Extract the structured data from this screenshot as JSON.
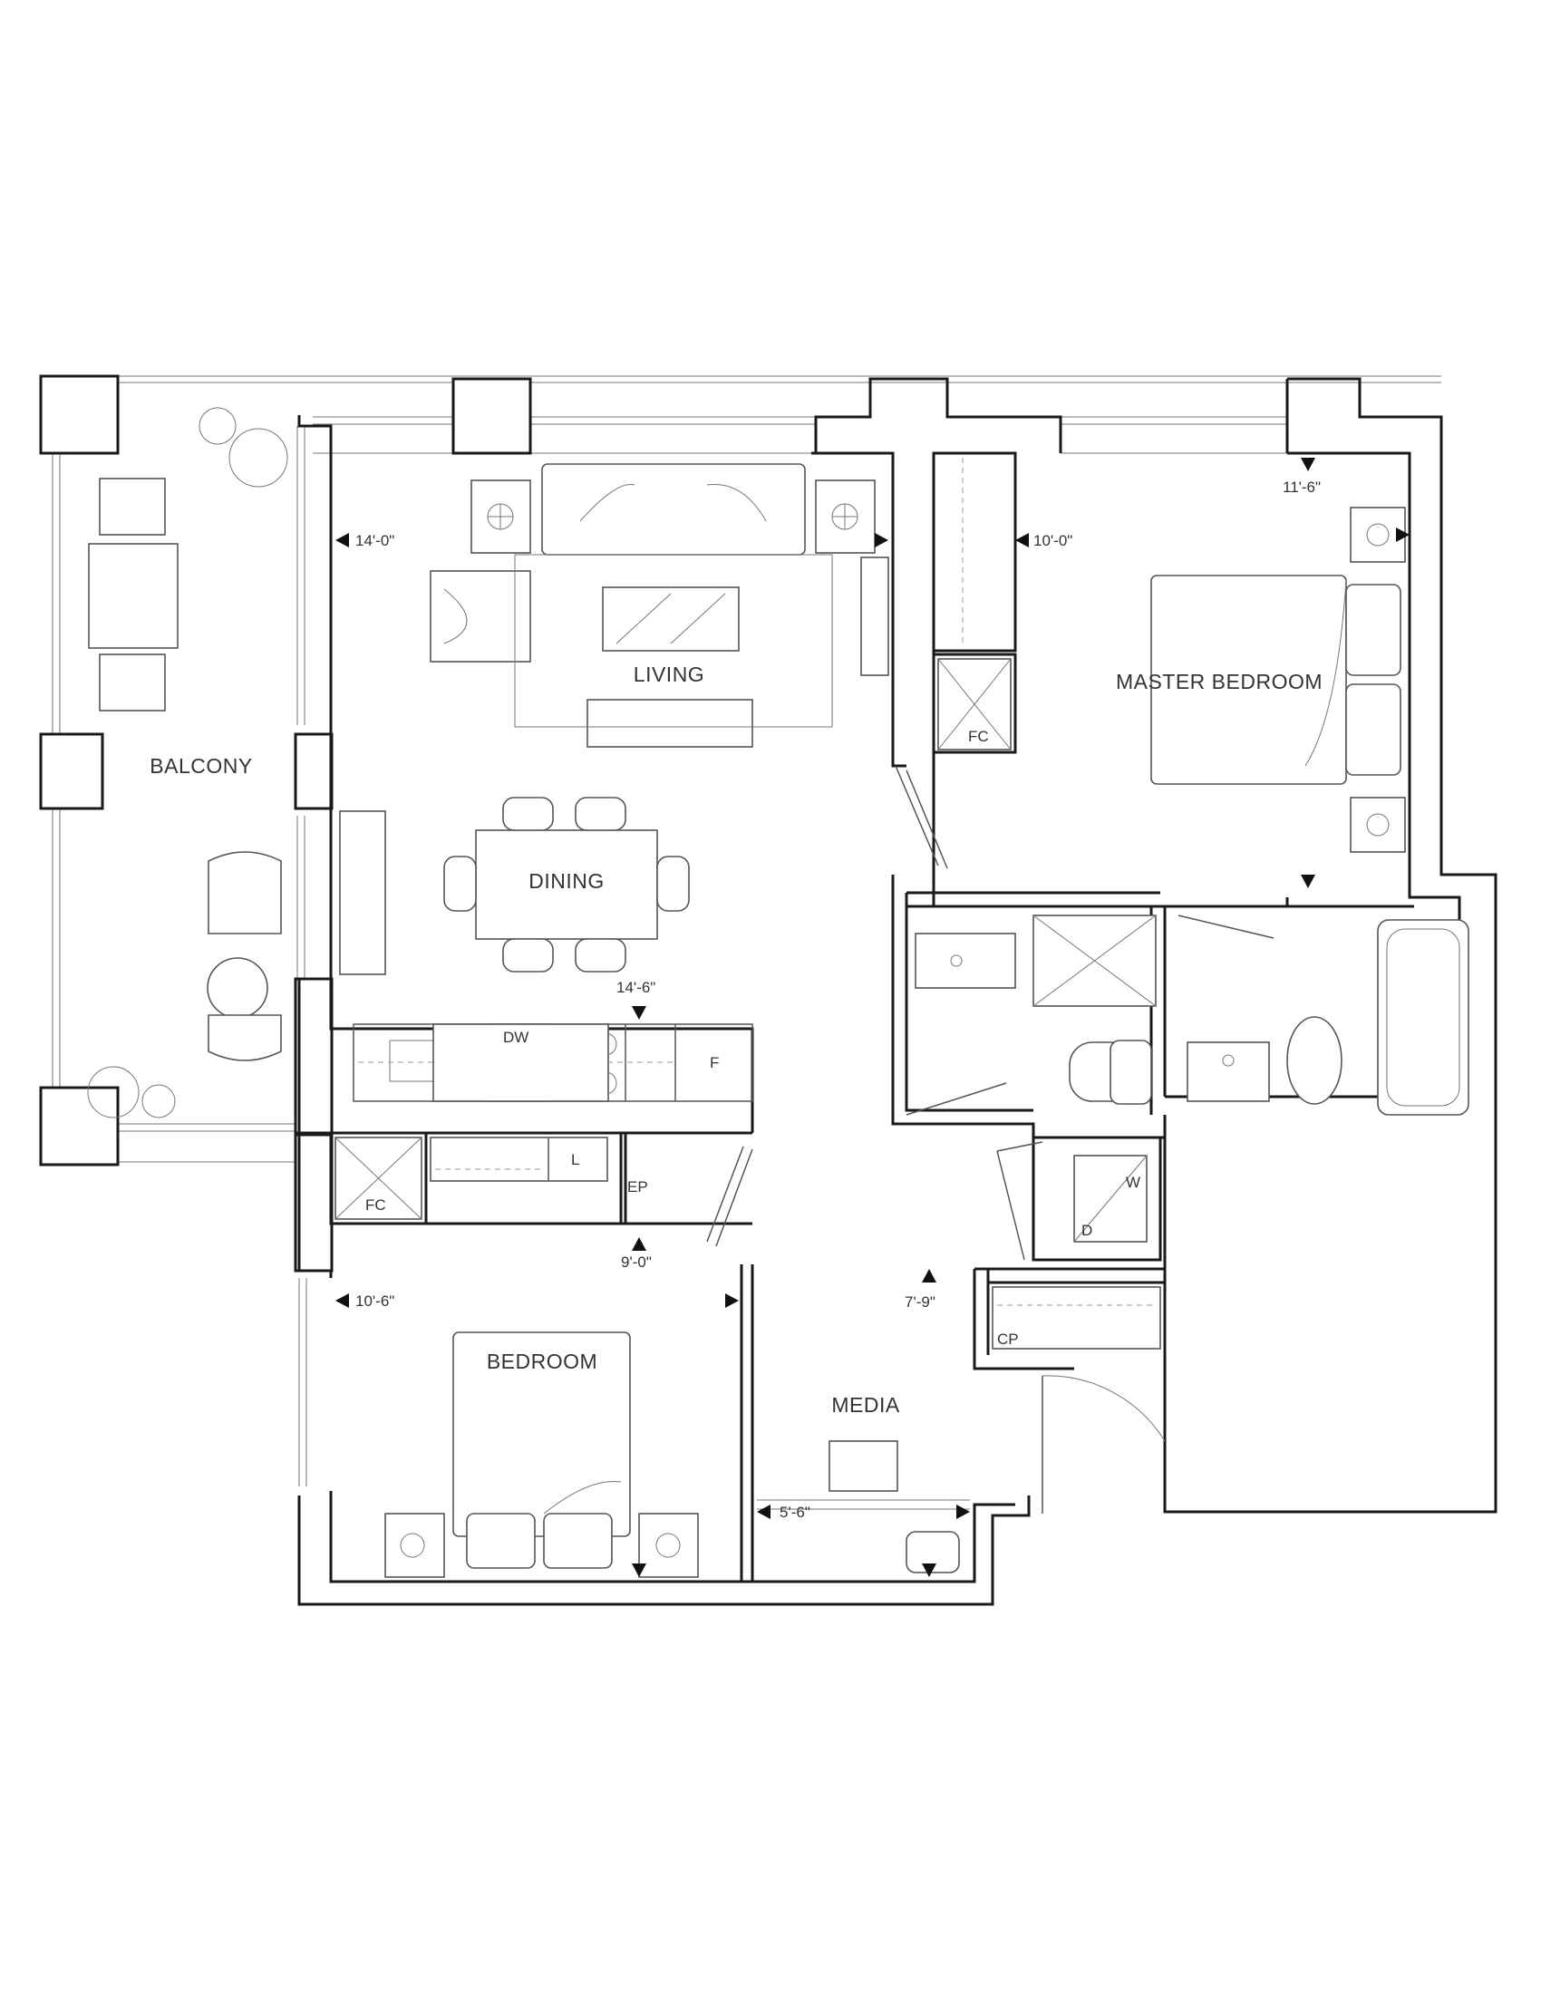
{
  "rooms": {
    "living": "LIVING",
    "master_bedroom": "MASTER BEDROOM",
    "balcony": "BALCONY",
    "dining": "DINING",
    "bedroom": "BEDROOM",
    "media": "MEDIA"
  },
  "fixtures": {
    "fc_master": "FC",
    "fc_bedroom": "FC",
    "dw": "DW",
    "fridge": "F",
    "linen": "L",
    "ep": "EP",
    "washer": "W",
    "dryer": "D",
    "cp": "CP"
  },
  "dimensions": {
    "living_width": "14'-0\"",
    "master_closet_width": "10'-0\"",
    "master_depth": "11'-6\"",
    "kitchen_width": "14'-6\"",
    "bedroom_depth": "9'-0\"",
    "bedroom_width": "10'-6\"",
    "media_depth": "7'-9\"",
    "media_width": "5'-6\""
  }
}
